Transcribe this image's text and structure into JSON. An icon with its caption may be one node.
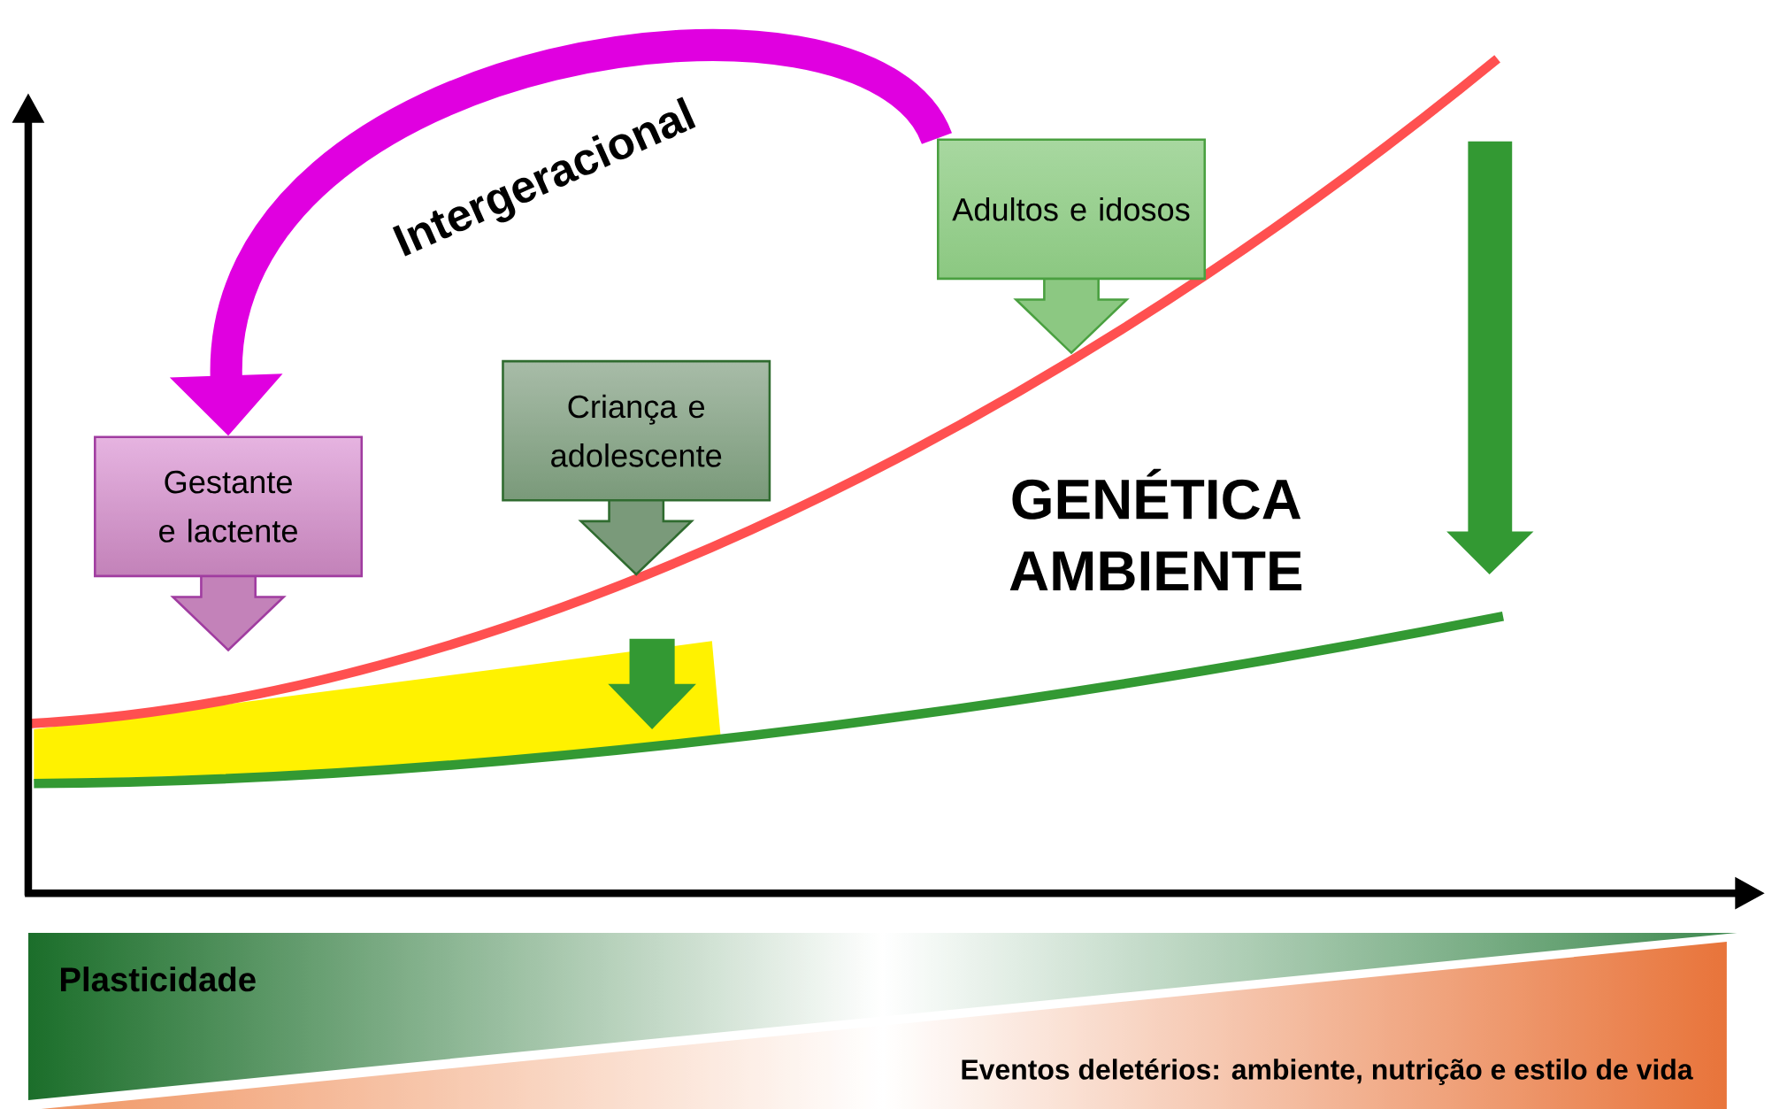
{
  "diagram": {
    "nodes": [
      {
        "text": [
          "Gestante e lactente"
        ]
      },
      {
        "text": [
          "Criança e adolescente"
        ]
      },
      {
        "text": [
          "Adultos e idosos"
        ]
      }
    ],
    "edges": [
      {
        "from": 2,
        "to": 0,
        "arrow": "to",
        "label": "Intergeracional",
        "color": "#e000e0"
      }
    ],
    "labels": [
      "GENÉTICA",
      "AMBIENTE",
      "Plasticidade",
      "Eventos deletérios: ambiente, nutrição e estilo de vida"
    ]
  }
}
